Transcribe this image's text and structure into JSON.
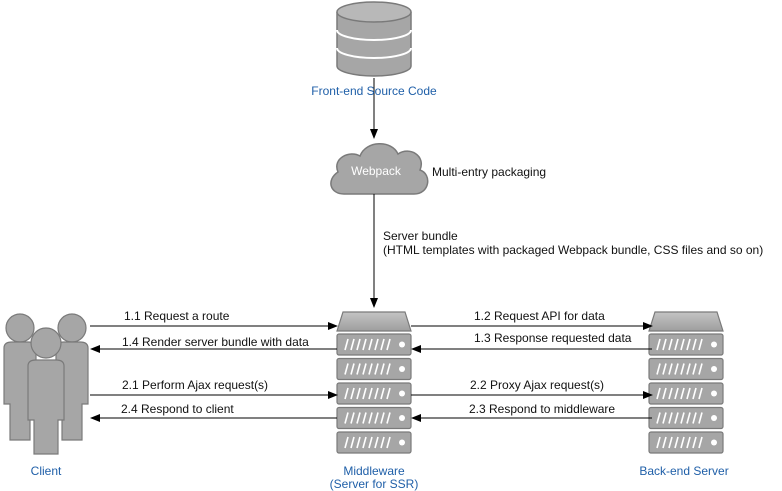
{
  "nodes": {
    "source": {
      "label": "Front-end Source Code",
      "icon": "database-icon"
    },
    "webpack": {
      "label": "Webpack",
      "icon": "cloud-icon"
    },
    "client": {
      "label": "Client",
      "icon": "users-icon"
    },
    "middleware": {
      "label_line1": "Middleware",
      "label_line2": "(Server for SSR)",
      "icon": "server-icon"
    },
    "backend": {
      "label": "Back-end Server",
      "icon": "server-icon"
    }
  },
  "annotations": {
    "packaging": "Multi-entry packaging",
    "bundle_line1": "Server bundle",
    "bundle_line2": "(HTML templates with packaged Webpack bundle, CSS files and so on)"
  },
  "edges": {
    "e1_1": "1.1 Request a route",
    "e1_4": "1.4 Render server bundle with data",
    "e2_1": "2.1 Perform Ajax request(s)",
    "e2_4": "2.4 Respond to client",
    "e1_2": "1.2 Request API for data",
    "e1_3": "1.3 Response requested data",
    "e2_2": "2.2 Proxy Ajax request(s)",
    "e2_3": "2.3 Respond to middleware"
  },
  "colors": {
    "node_fill": "#a6a6a6",
    "node_stroke": "#7a7a7a",
    "label_blue": "#1f5fa8",
    "arrow": "#000000"
  }
}
